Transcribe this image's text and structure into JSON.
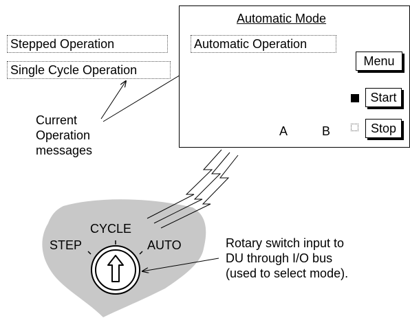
{
  "messages": {
    "stepped": "Stepped Operation",
    "single_cycle": "Single Cycle Operation",
    "callout": [
      "Current",
      "Operation",
      "messages"
    ]
  },
  "screen": {
    "title": "Automatic Mode",
    "operation_message": "Automatic Operation",
    "menu_label": "Menu",
    "start_label": "Start",
    "stop_label": "Stop",
    "machine_label_a": "A",
    "machine_label_b": "B",
    "start_indicator": "filled",
    "stop_indicator": "empty"
  },
  "switch": {
    "positions": [
      "STEP",
      "CYCLE",
      "AUTO"
    ],
    "note": [
      "Rotary switch input to",
      "DU through I/O bus",
      "(used to select mode)."
    ]
  },
  "colors": {
    "panel_gray": "#c8c8c8",
    "line": "#000000"
  }
}
